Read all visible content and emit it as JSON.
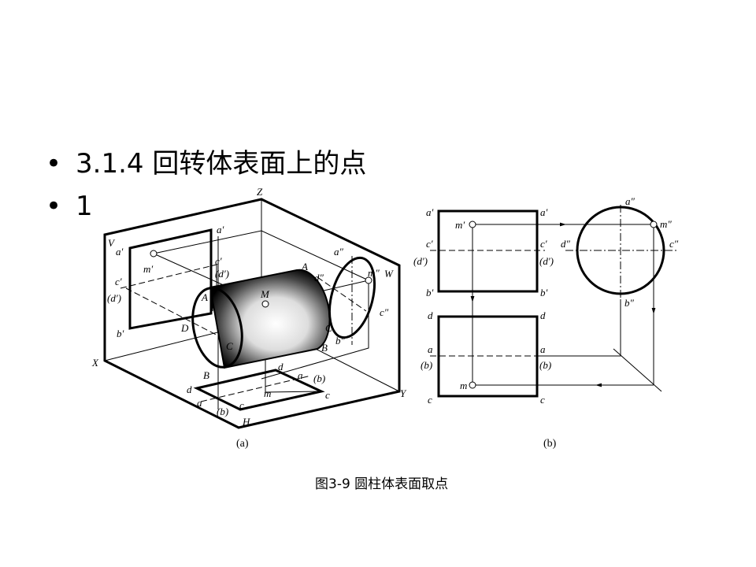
{
  "slide": {
    "bullets": [
      {
        "marker": "•",
        "text": "3.1.4  回转体表面上的点"
      },
      {
        "marker": "•",
        "text": "1"
      }
    ],
    "caption": "图3-9  圆柱体表面取点"
  },
  "diagram_a": {
    "caption": "(a)",
    "labels": [
      "Z",
      "V",
      "W",
      "X",
      "Y",
      "H",
      "a′",
      "a′",
      "m′",
      "c′",
      "(d′)",
      "c′",
      "(d′)",
      "b′",
      "A",
      "D",
      "C",
      "M",
      "A",
      "d″",
      "a″",
      "m″",
      "c″",
      "C",
      "b″",
      "B",
      "B",
      "d",
      "a",
      "(b)",
      "d",
      "m",
      "c",
      "a",
      "c",
      "(b)"
    ]
  },
  "diagram_b": {
    "caption": "(b)",
    "labels": [
      "a′",
      "a′",
      "m′",
      "c′",
      "c′",
      "(d′)",
      "(d′)",
      "b′",
      "b′",
      "a″",
      "m″",
      "d″",
      "c″",
      "b″",
      "d",
      "d",
      "a",
      "a",
      "(b)",
      "(b)",
      "m",
      "c",
      "c"
    ]
  }
}
